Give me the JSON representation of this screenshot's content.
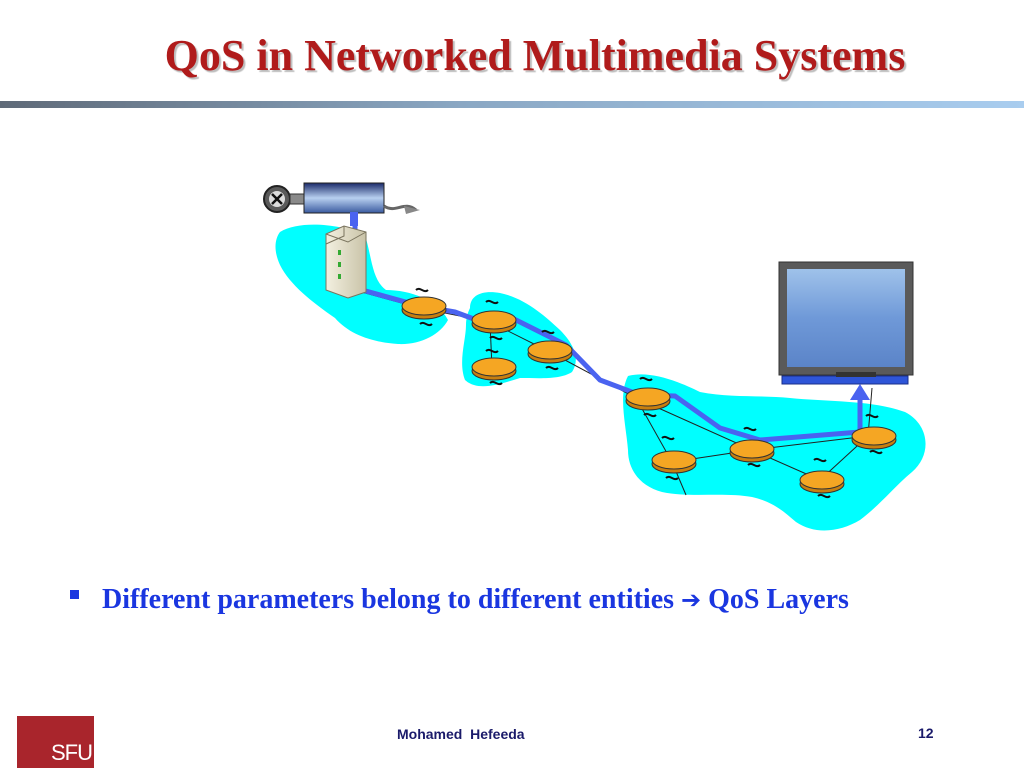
{
  "slide": {
    "title": "QoS in Networked Multimedia Systems",
    "bullet_text": "Different parameters belong to different entities",
    "bullet_arrow_icon": "right-arrow-icon",
    "bullet_text_tail": "QoS Layers",
    "author": "Mohamed  Hefeeda",
    "page_number": "12",
    "logo_text": "SFU"
  },
  "colors": {
    "title": "#b01b1b",
    "bullet": "#1a36e0",
    "network_cloud": "#00ffff",
    "router": "#f5a623",
    "path": "#4a63f0",
    "logo": "#a9252c"
  },
  "icons": [
    "camera-icon",
    "server-icon",
    "router-icon",
    "tv-monitor-icon",
    "up-arrow-icon"
  ]
}
